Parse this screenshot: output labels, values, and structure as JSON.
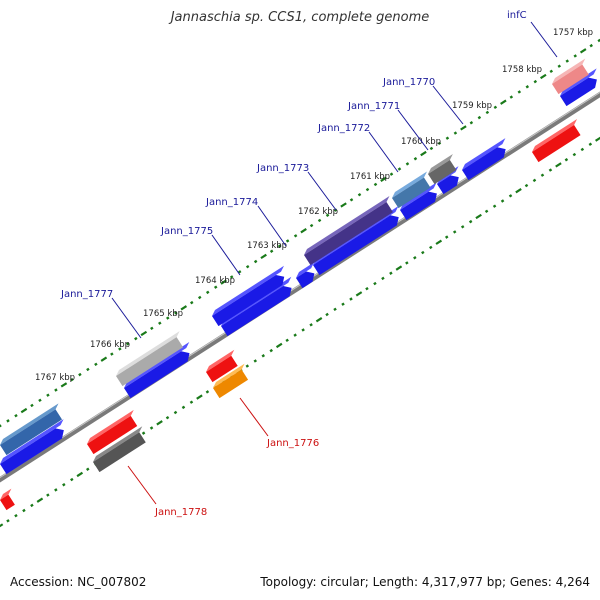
{
  "title": "Jannaschia sp. CCS1, complete genome",
  "footer": {
    "accession": "Accession: NC_007802",
    "summary": "Topology: circular; Length: 4,317,977 bp; Genes: 4,264"
  },
  "ticks": [
    "1757 kbp",
    "1758 kbp",
    "1759 kbp",
    "1760 kbp",
    "1761 kbp",
    "1762 kbp",
    "1763 kbp",
    "1764 kbp",
    "1765 kbp",
    "1766 kbp",
    "1767 kbp"
  ],
  "colors": {
    "forward": "#1a1ae6",
    "reverse": "#ee1111",
    "backbone": "#7a7a7a",
    "tick": "#1a7a1a",
    "label_forward": "#1a1a99",
    "label_reverse": "#cc1111"
  },
  "genes": {
    "forward": [
      {
        "name": "infC",
        "label": "infC"
      },
      {
        "name": "Jann_1770",
        "label": "Jann_1770"
      },
      {
        "name": "Jann_1771",
        "label": "Jann_1771"
      },
      {
        "name": "Jann_1772",
        "label": "Jann_1772"
      },
      {
        "name": "Jann_1773",
        "label": "Jann_1773"
      },
      {
        "name": "Jann_1774",
        "label": "Jann_1774"
      },
      {
        "name": "Jann_1775",
        "label": "Jann_1775"
      },
      {
        "name": "Jann_1777",
        "label": "Jann_1777"
      }
    ],
    "reverse": [
      {
        "name": "Jann_1776",
        "label": "Jann_1776"
      },
      {
        "name": "Jann_1778",
        "label": "Jann_1778"
      }
    ]
  }
}
